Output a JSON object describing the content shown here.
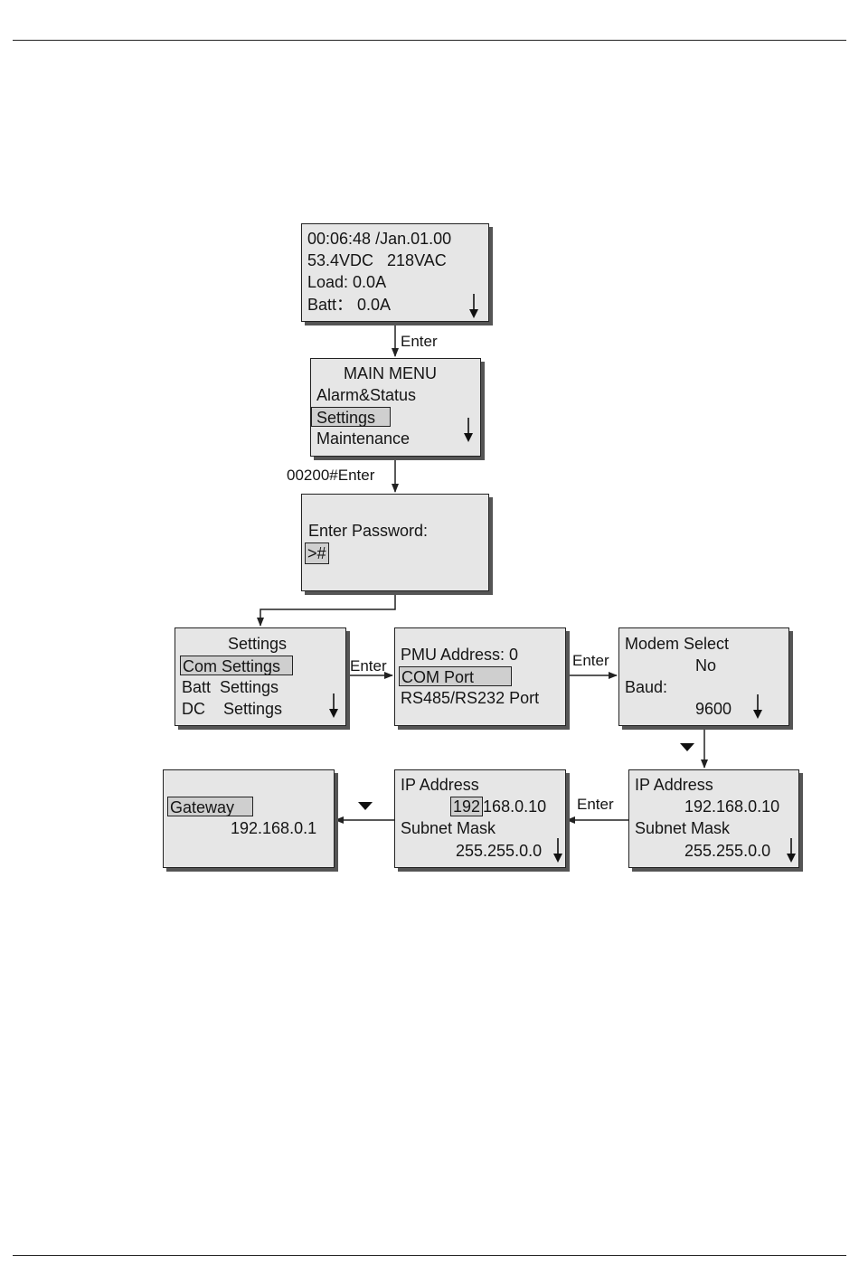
{
  "screens": {
    "status": {
      "line1": "00:06:48 /Jan.01.00",
      "line2": "53.4VDC   218VAC",
      "line3": "Load: 0.0A",
      "line4": "Batt： 0.0A"
    },
    "main_menu": {
      "title": "MAIN MENU",
      "item1": "Alarm&Status",
      "item2": "Settings",
      "item3": "Maintenance"
    },
    "password": {
      "prompt": "Enter Password:",
      "input": ">#"
    },
    "settings": {
      "title": "Settings",
      "item1": "Com Settings",
      "item2": "Batt  Settings",
      "item3": "DC    Settings"
    },
    "com": {
      "line1": "PMU Address: 0",
      "line2": "COM Port",
      "line3": "RS485/RS232 Port"
    },
    "modem": {
      "line1": "Modem Select",
      "line2": "No",
      "line3": "Baud:",
      "line4": "9600"
    },
    "ip_view": {
      "line1": "IP Address",
      "line2": "192.168.0.10",
      "line3": "Subnet Mask",
      "line4": "255.255.0.0"
    },
    "ip_edit": {
      "line1": "IP Address",
      "line2_selected": "192",
      "line2_rest": "168.0.10",
      "line3": "Subnet Mask",
      "line4": "255.255.0.0"
    },
    "gateway": {
      "line1": "Gateway",
      "line2": "192.168.0.1"
    }
  },
  "transitions": {
    "status_to_menu": "Enter",
    "menu_to_password": "00200#Enter",
    "settings_to_com": "Enter",
    "com_to_modem": "Enter",
    "ip_view_to_edit": "Enter"
  }
}
